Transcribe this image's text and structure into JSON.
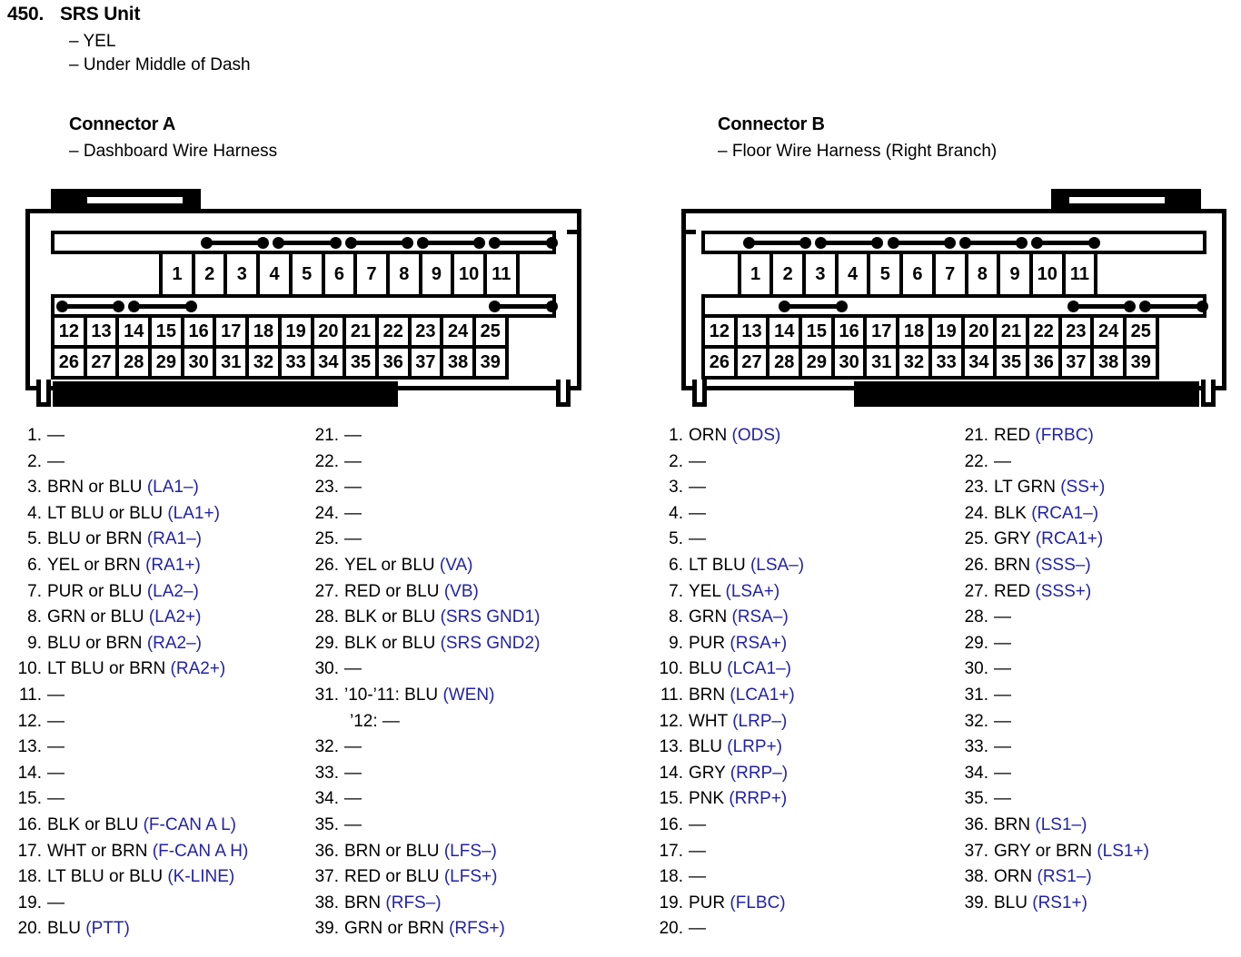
{
  "unit": {
    "number": "450.",
    "name": "SRS Unit",
    "notes": [
      "– YEL",
      "– Under Middle of Dash"
    ]
  },
  "connectors": [
    {
      "id": "a",
      "title": "Connector A",
      "subtitle": "– Dashboard Wire Harness",
      "pins": [
        {
          "n": "1.",
          "wire": "—",
          "sig": ""
        },
        {
          "n": "2.",
          "wire": "—",
          "sig": ""
        },
        {
          "n": "3.",
          "wire": "BRN or BLU ",
          "sig": "(LA1–)"
        },
        {
          "n": "4.",
          "wire": "LT BLU or BLU ",
          "sig": "(LA1+)"
        },
        {
          "n": "5.",
          "wire": "BLU or BRN ",
          "sig": "(RA1–)"
        },
        {
          "n": "6.",
          "wire": "YEL or BRN ",
          "sig": "(RA1+)"
        },
        {
          "n": "7.",
          "wire": "PUR or BLU ",
          "sig": "(LA2–)"
        },
        {
          "n": "8.",
          "wire": "GRN or BLU ",
          "sig": "(LA2+)"
        },
        {
          "n": "9.",
          "wire": "BLU or BRN ",
          "sig": "(RA2–)"
        },
        {
          "n": "10.",
          "wire": "LT BLU or BRN ",
          "sig": "(RA2+)"
        },
        {
          "n": "11.",
          "wire": "—",
          "sig": ""
        },
        {
          "n": "12.",
          "wire": "—",
          "sig": ""
        },
        {
          "n": "13.",
          "wire": "—",
          "sig": ""
        },
        {
          "n": "14.",
          "wire": "—",
          "sig": ""
        },
        {
          "n": "15.",
          "wire": "—",
          "sig": ""
        },
        {
          "n": "16.",
          "wire": "BLK or BLU ",
          "sig": "(F-CAN A L)"
        },
        {
          "n": "17.",
          "wire": "WHT or BRN ",
          "sig": "(F-CAN A H)"
        },
        {
          "n": "18.",
          "wire": "LT BLU or BLU ",
          "sig": "(K-LINE)"
        },
        {
          "n": "19.",
          "wire": "—",
          "sig": ""
        },
        {
          "n": "20.",
          "wire": "BLU ",
          "sig": "(PTT)"
        },
        {
          "n": "21.",
          "wire": "—",
          "sig": ""
        },
        {
          "n": "22.",
          "wire": "—",
          "sig": ""
        },
        {
          "n": "23.",
          "wire": "—",
          "sig": ""
        },
        {
          "n": "24.",
          "wire": "—",
          "sig": ""
        },
        {
          "n": "25.",
          "wire": "—",
          "sig": ""
        },
        {
          "n": "26.",
          "wire": "YEL or BLU ",
          "sig": "(VA)"
        },
        {
          "n": "27.",
          "wire": "RED or BLU ",
          "sig": "(VB)"
        },
        {
          "n": "28.",
          "wire": "BLK or BLU ",
          "sig": "(SRS GND1)"
        },
        {
          "n": "29.",
          "wire": "BLK or BLU ",
          "sig": "(SRS GND2)"
        },
        {
          "n": "30.",
          "wire": "—",
          "sig": ""
        },
        {
          "n": "31.",
          "wire": "’10-’11: BLU ",
          "sig": "(WEN)",
          "sub": "’12: —"
        },
        {
          "n": "32.",
          "wire": "—",
          "sig": ""
        },
        {
          "n": "33.",
          "wire": "—",
          "sig": ""
        },
        {
          "n": "34.",
          "wire": "—",
          "sig": ""
        },
        {
          "n": "35.",
          "wire": "—",
          "sig": ""
        },
        {
          "n": "36.",
          "wire": "BRN or BLU ",
          "sig": "(LFS–)"
        },
        {
          "n": "37.",
          "wire": "RED or BLU ",
          "sig": "(LFS+)"
        },
        {
          "n": "38.",
          "wire": "BRN ",
          "sig": "(RFS–)"
        },
        {
          "n": "39.",
          "wire": "GRN or BRN ",
          "sig": "(RFS+)"
        }
      ]
    },
    {
      "id": "b",
      "title": "Connector B",
      "subtitle": "– Floor Wire Harness (Right Branch)",
      "pins": [
        {
          "n": "1.",
          "wire": "ORN ",
          "sig": "(ODS)"
        },
        {
          "n": "2.",
          "wire": "—",
          "sig": ""
        },
        {
          "n": "3.",
          "wire": "—",
          "sig": ""
        },
        {
          "n": "4.",
          "wire": "—",
          "sig": ""
        },
        {
          "n": "5.",
          "wire": "—",
          "sig": ""
        },
        {
          "n": "6.",
          "wire": "LT BLU ",
          "sig": "(LSA–)"
        },
        {
          "n": "7.",
          "wire": "YEL ",
          "sig": "(LSA+)"
        },
        {
          "n": "8.",
          "wire": "GRN ",
          "sig": "(RSA–)"
        },
        {
          "n": "9.",
          "wire": "PUR ",
          "sig": "(RSA+)"
        },
        {
          "n": "10.",
          "wire": "BLU ",
          "sig": "(LCA1–)"
        },
        {
          "n": "11.",
          "wire": "BRN ",
          "sig": "(LCA1+)"
        },
        {
          "n": "12.",
          "wire": "WHT ",
          "sig": "(LRP–)"
        },
        {
          "n": "13.",
          "wire": "BLU ",
          "sig": "(LRP+)"
        },
        {
          "n": "14.",
          "wire": "GRY ",
          "sig": "(RRP–)"
        },
        {
          "n": "15.",
          "wire": "PNK ",
          "sig": "(RRP+)"
        },
        {
          "n": "16.",
          "wire": "—",
          "sig": ""
        },
        {
          "n": "17.",
          "wire": "—",
          "sig": ""
        },
        {
          "n": "18.",
          "wire": "—",
          "sig": ""
        },
        {
          "n": "19.",
          "wire": "PUR ",
          "sig": "(FLBC)"
        },
        {
          "n": "20.",
          "wire": "—",
          "sig": ""
        },
        {
          "n": "21.",
          "wire": "RED ",
          "sig": "(FRBC)"
        },
        {
          "n": "22.",
          "wire": "—",
          "sig": ""
        },
        {
          "n": "23.",
          "wire": "LT GRN ",
          "sig": "(SS+)"
        },
        {
          "n": "24.",
          "wire": "BLK ",
          "sig": "(RCA1–)"
        },
        {
          "n": "25.",
          "wire": "GRY ",
          "sig": "(RCA1+)"
        },
        {
          "n": "26.",
          "wire": "BRN ",
          "sig": "(SSS–)"
        },
        {
          "n": "27.",
          "wire": "RED ",
          "sig": "(SSS+)"
        },
        {
          "n": "28.",
          "wire": "—",
          "sig": ""
        },
        {
          "n": "29.",
          "wire": "—",
          "sig": ""
        },
        {
          "n": "30.",
          "wire": "—",
          "sig": ""
        },
        {
          "n": "31.",
          "wire": "—",
          "sig": ""
        },
        {
          "n": "32.",
          "wire": "—",
          "sig": ""
        },
        {
          "n": "33.",
          "wire": "—",
          "sig": ""
        },
        {
          "n": "34.",
          "wire": "—",
          "sig": ""
        },
        {
          "n": "35.",
          "wire": "—",
          "sig": ""
        },
        {
          "n": "36.",
          "wire": "BRN ",
          "sig": "(LS1–)"
        },
        {
          "n": "37.",
          "wire": "GRY or BRN ",
          "sig": "(LS1+)"
        },
        {
          "n": "38.",
          "wire": "ORN ",
          "sig": "(RS1–)"
        },
        {
          "n": "39.",
          "wire": "BLU ",
          "sig": "(RS1+)"
        }
      ]
    }
  ],
  "diagram": {
    "top_row_labels": [
      "1",
      "2",
      "3",
      "4",
      "5",
      "6",
      "7",
      "8",
      "9",
      "10",
      "11"
    ],
    "mid_row_labels": [
      "12",
      "13",
      "14",
      "15",
      "16",
      "17",
      "18",
      "19",
      "20",
      "21",
      "22",
      "23",
      "24",
      "25"
    ],
    "bot_row_labels": [
      "26",
      "27",
      "28",
      "29",
      "30",
      "31",
      "32",
      "33",
      "34",
      "35",
      "36",
      "37",
      "38",
      "39"
    ],
    "connector_a_top_pairs": [
      [
        2,
        3
      ],
      [
        4,
        5
      ],
      [
        6,
        7
      ],
      [
        8,
        9
      ],
      [
        10,
        11
      ]
    ],
    "connector_a_mid_pairs": [
      [
        12,
        13
      ],
      [
        14,
        15
      ],
      [
        24,
        25
      ]
    ],
    "connector_b_top_pairs": [
      [
        1,
        2
      ],
      [
        3,
        4
      ],
      [
        5,
        6
      ],
      [
        7,
        8
      ],
      [
        9,
        10
      ]
    ],
    "connector_b_mid_pairs": [
      [
        14,
        15
      ],
      [
        22,
        23
      ],
      [
        24,
        25
      ]
    ],
    "colors": {
      "ink": "#000000",
      "signal": "#2222aa"
    }
  }
}
